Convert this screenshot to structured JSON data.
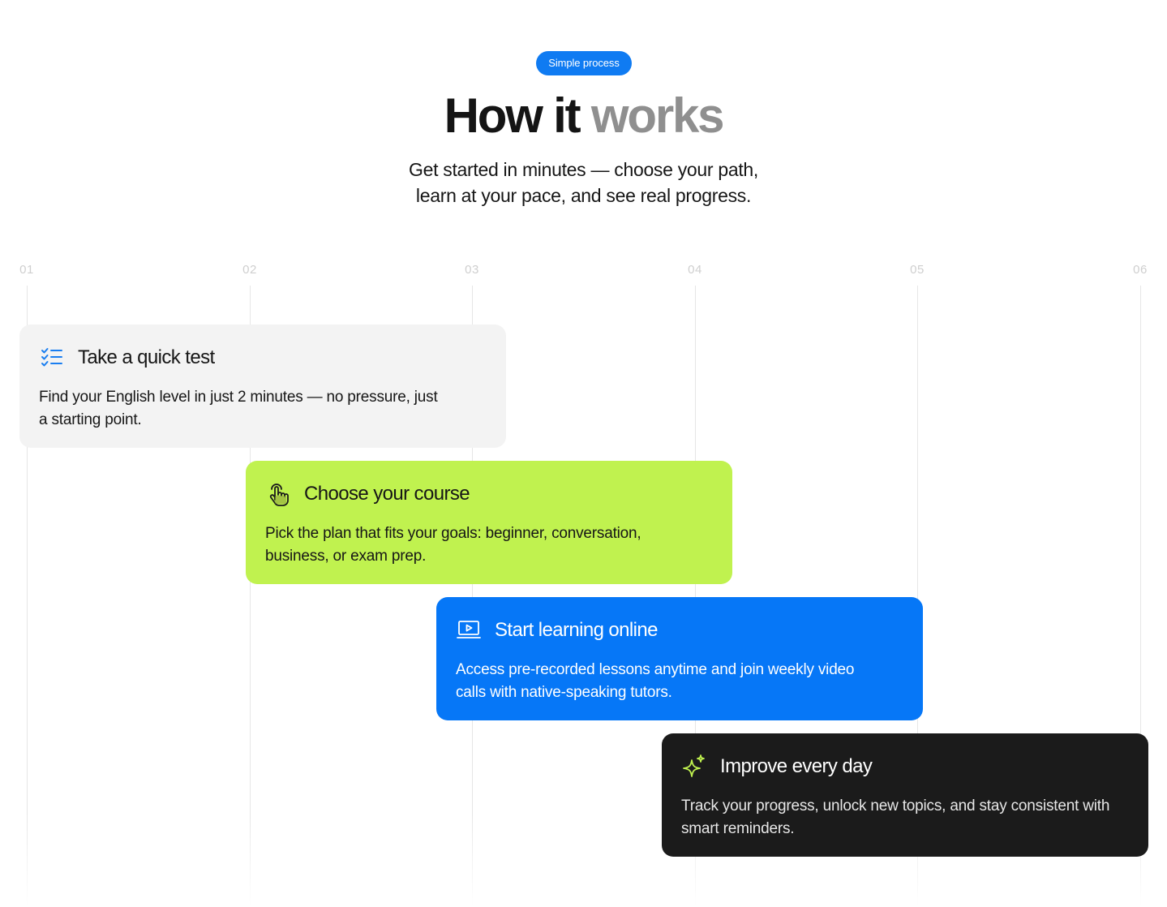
{
  "header": {
    "badge": "Simple process",
    "title_main": "How it ",
    "title_muted": "works",
    "subtitle_line1": "Get started in minutes — choose your path,",
    "subtitle_line2": "learn at your pace, and see real progress."
  },
  "timeline": {
    "steps": [
      "01",
      "02",
      "03",
      "04",
      "05",
      "06"
    ]
  },
  "cards": [
    {
      "title": "Take a quick test",
      "text": "Find your English level in just 2 minutes — no pressure, just a starting point.",
      "icon": "checklist-icon"
    },
    {
      "title": "Choose your course",
      "text": "Pick the plan that fits your goals: beginner, conversation, business, or exam prep.",
      "icon": "tap-hand-icon"
    },
    {
      "title": "Start learning online",
      "text": "Access pre-recorded lessons anytime and join weekly video calls with native-speaking tutors.",
      "icon": "video-lesson-icon"
    },
    {
      "title": "Improve every day",
      "text": "Track your progress, unlock new topics, and stay consistent with smart reminders.",
      "icon": "sparkle-icon"
    }
  ],
  "colors": {
    "accent_blue": "#0677f7",
    "accent_lime": "#c0f24f",
    "dark": "#1b1b1b",
    "light_gray": "#f3f3f3"
  }
}
